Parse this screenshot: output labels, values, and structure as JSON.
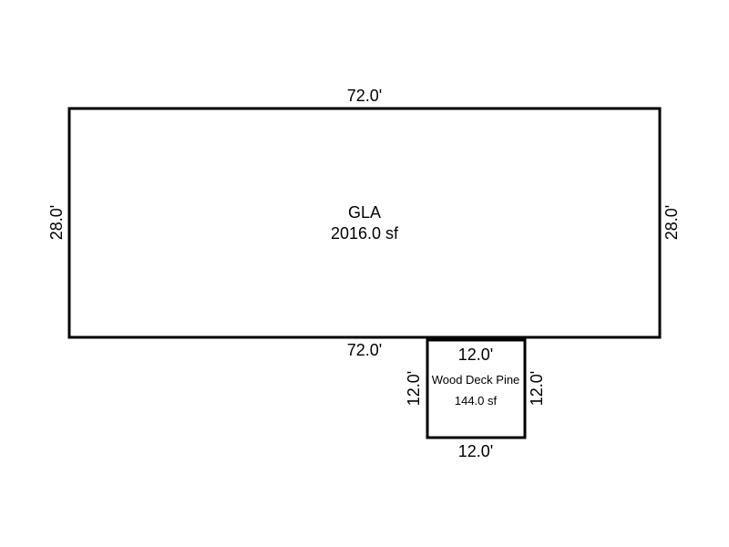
{
  "areas": [
    {
      "name": "GLA",
      "area": "2016.0 sf",
      "dims": {
        "top": "72.0'",
        "bottom": "72.0'",
        "left": "28.0'",
        "right": "28.0'"
      }
    },
    {
      "name": "Wood Deck Pine",
      "area": "144.0 sf",
      "dims": {
        "top": "12.0'",
        "bottom": "12.0'",
        "left": "12.0'",
        "right": "12.0'"
      }
    }
  ],
  "colors": {
    "line": "#000000",
    "background": "#ffffff"
  }
}
